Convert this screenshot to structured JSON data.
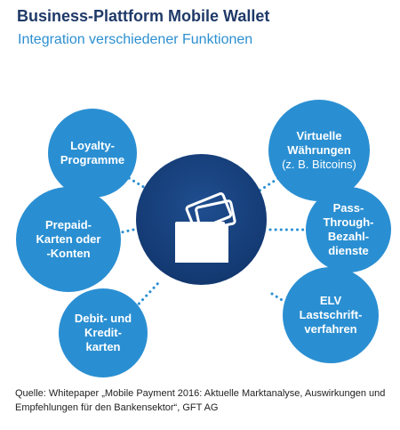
{
  "header": {
    "title": "Business-Plattform Mobile Wallet",
    "subtitle": "Integration verschiedener Funktionen"
  },
  "center": {
    "icon": "wallet-with-cards-icon"
  },
  "nodes": [
    {
      "label": "Loyalty-\nProgramme"
    },
    {
      "label": "Virtuelle\nWährungen",
      "sub": "(z. B. Bitcoins)"
    },
    {
      "label": "Prepaid-\nKarten oder\n-Konten"
    },
    {
      "label": "Pass-\nThrough-\nBezahl-\ndienste"
    },
    {
      "label": "Debit- und\nKredit-\nkarten"
    },
    {
      "label": "ELV\nLastschrift-\nverfahren"
    }
  ],
  "caption": "Quelle: Whitepaper „Mobile Payment 2016: Aktuelle Marktanalyse, Auswirkungen und Empfehlungen für den Bankensektor“, GFT AG",
  "colors": {
    "title": "#1f3a68",
    "subtitle": "#2c8fd0",
    "node": "#2a8fd2",
    "center": "#143a73",
    "dots": "#2a8fd2"
  }
}
